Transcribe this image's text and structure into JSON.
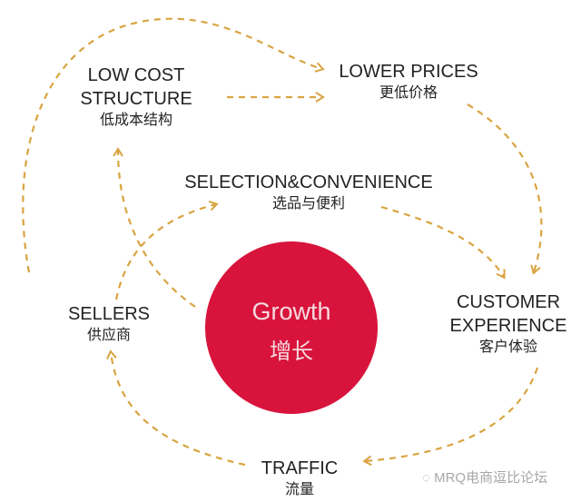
{
  "nodes": {
    "low_cost": {
      "en_line1": "LOW COST",
      "en_line2": "STRUCTURE",
      "zh": "低成本结构"
    },
    "lower_prices": {
      "en": "LOWER PRICES",
      "zh": "更低价格"
    },
    "selection": {
      "en": "SELECTION&CONVENIENCE",
      "zh": "选品与便利"
    },
    "customer": {
      "en_line1": "CUSTOMER",
      "en_line2": "EXPERIENCE",
      "zh": "客户体验"
    },
    "sellers": {
      "en": "SELLERS",
      "zh": "供应商"
    },
    "traffic": {
      "en": "TRAFFIC",
      "zh": "流量"
    },
    "growth": {
      "en": "Growth",
      "zh": "增长"
    }
  },
  "watermark": "MRQ电商逗比论坛",
  "colors": {
    "circle": "#d8143c",
    "arrow": "#d9a441"
  }
}
